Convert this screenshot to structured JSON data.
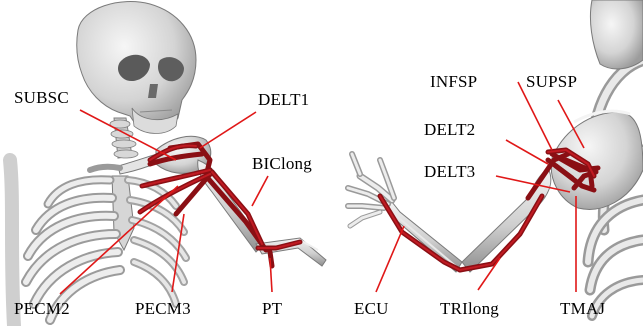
{
  "colors": {
    "background": "#ffffff",
    "bone_light": "#ececec",
    "bone_mid": "#c9c9c9",
    "bone_shadow": "#8f8f8f",
    "bone_outline": "#6e6e6e",
    "muscle_red": "#b0141b",
    "muscle_dark": "#7a0c10",
    "leader_line": "#e01818",
    "label_text": "#000000"
  },
  "left_panel": {
    "labels": {
      "subsc": "SUBSC",
      "delt1": "DELT1",
      "biclong": "BIClong",
      "pecm2": "PECM2",
      "pecm3": "PECM3",
      "pt": "PT"
    }
  },
  "right_panel": {
    "labels": {
      "infsp": "INFSP",
      "supsp": "SUPSP",
      "delt2": "DELT2",
      "delt3": "DELT3",
      "ecu": "ECU",
      "trilong": "TRIlong",
      "tmaj": "TMAJ"
    }
  }
}
